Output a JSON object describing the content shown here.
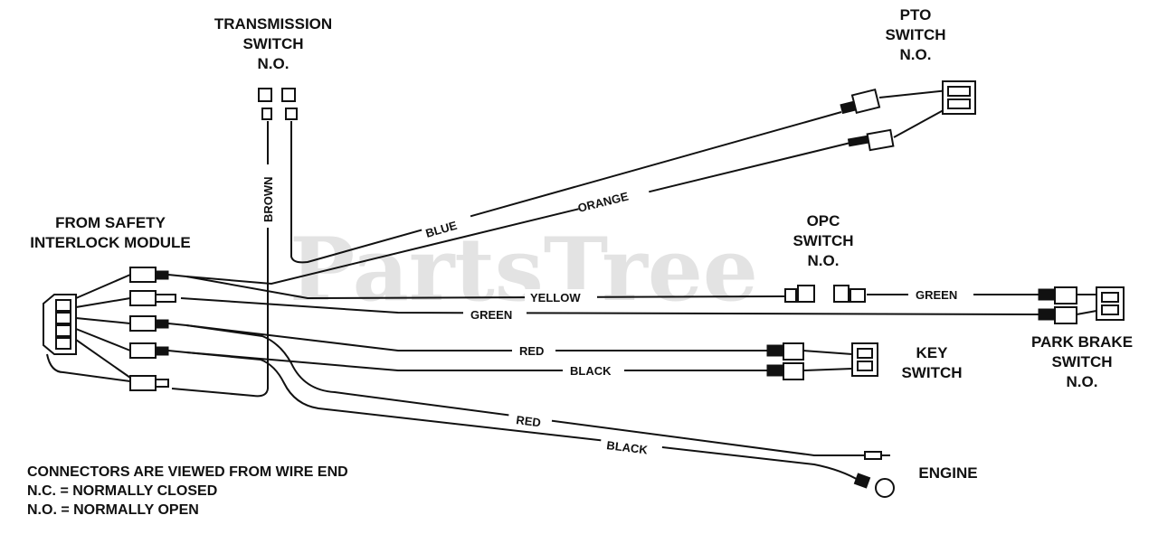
{
  "watermark": "PartsTree",
  "components": {
    "transmission_switch": [
      "TRANSMISSION",
      "SWITCH",
      "N.O."
    ],
    "pto_switch": [
      "PTO",
      "SWITCH",
      "N.O."
    ],
    "safety_module": [
      "FROM SAFETY",
      "INTERLOCK MODULE"
    ],
    "opc_switch": [
      "OPC",
      "SWITCH",
      "N.O."
    ],
    "key_switch": [
      "KEY",
      "SWITCH"
    ],
    "park_brake_switch": [
      "PARK BRAKE",
      "SWITCH",
      "N.O."
    ],
    "engine": "ENGINE"
  },
  "wires": {
    "brown": "BROWN",
    "blue": "BLUE",
    "orange": "ORANGE",
    "yellow": "YELLOW",
    "green_opc": "GREEN",
    "green_main": "GREEN",
    "red_key": "RED",
    "black_key": "BLACK",
    "red_engine": "RED",
    "black_engine": "BLACK"
  },
  "notes": [
    "CONNECTORS ARE VIEWED FROM WIRE END",
    "N.C. = NORMALLY CLOSED",
    "N.O. = NORMALLY OPEN"
  ]
}
